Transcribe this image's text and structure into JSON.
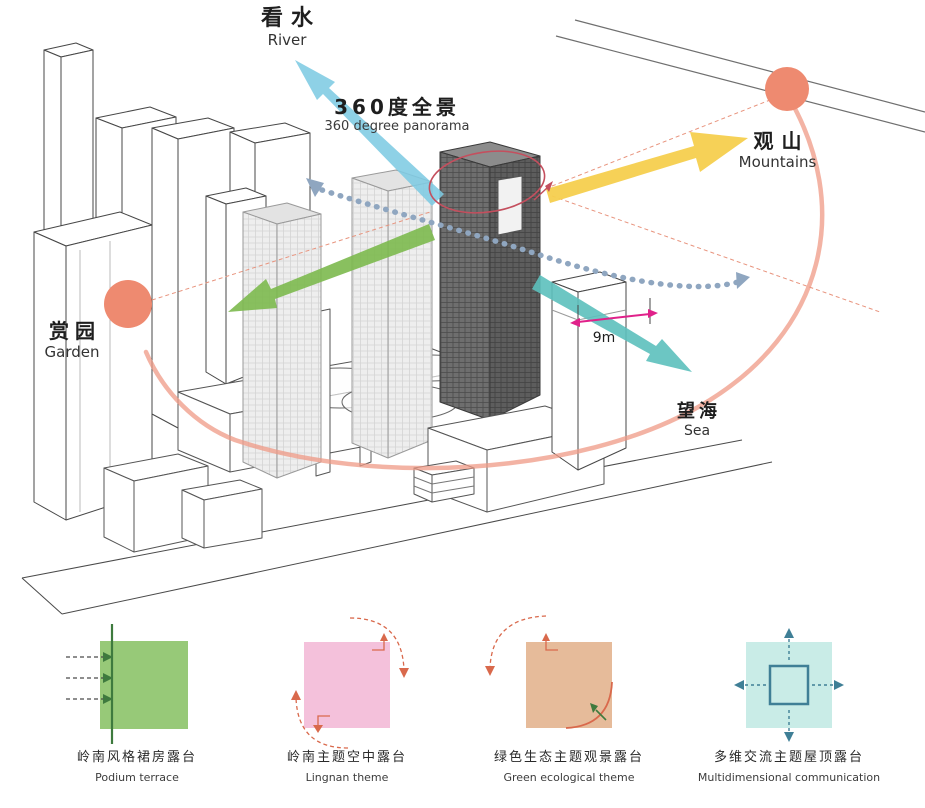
{
  "labels": {
    "river": {
      "zh": "看水",
      "en": "River"
    },
    "panorama": {
      "zh": "360度全景",
      "en": "360 degree panorama"
    },
    "mountains": {
      "zh": "观山",
      "en": "Mountains"
    },
    "garden": {
      "zh": "赏园",
      "en": "Garden"
    },
    "sea": {
      "zh": "望海",
      "en": "Sea"
    },
    "dimension": "9m"
  },
  "legend": {
    "items": [
      {
        "zh": "岭南风格裙房露台",
        "en": "Podium terrace",
        "color": "#8cc369"
      },
      {
        "zh": "岭南主题空中露台",
        "en": "Lingnan theme",
        "color": "#f3bcd8"
      },
      {
        "zh": "绿色生态主题观景露台",
        "en": "Green ecological theme",
        "color": "#e2b28c"
      },
      {
        "zh": "多维交流主题屋顶露台",
        "en": "Multidimensional communication",
        "color": "#c9ece7"
      }
    ]
  },
  "colors": {
    "view_river": "#7ecbe3",
    "view_mountains": "#f6cf4e",
    "view_garden": "#7cb94e",
    "view_sea": "#5cc0bd",
    "panorama_arc": "#ef9a85",
    "viewpoint_circle": "#ee8a70",
    "dimension_line": "#e0218a",
    "flow_dotted": "#8fa6c0",
    "highlight_ellipse": "#c44f5e",
    "sight_dash": "#e8947e",
    "legend_green_line": "#3e7a3e",
    "legend_orange": "#d9694c",
    "legend_blue": "#3f7f96"
  }
}
